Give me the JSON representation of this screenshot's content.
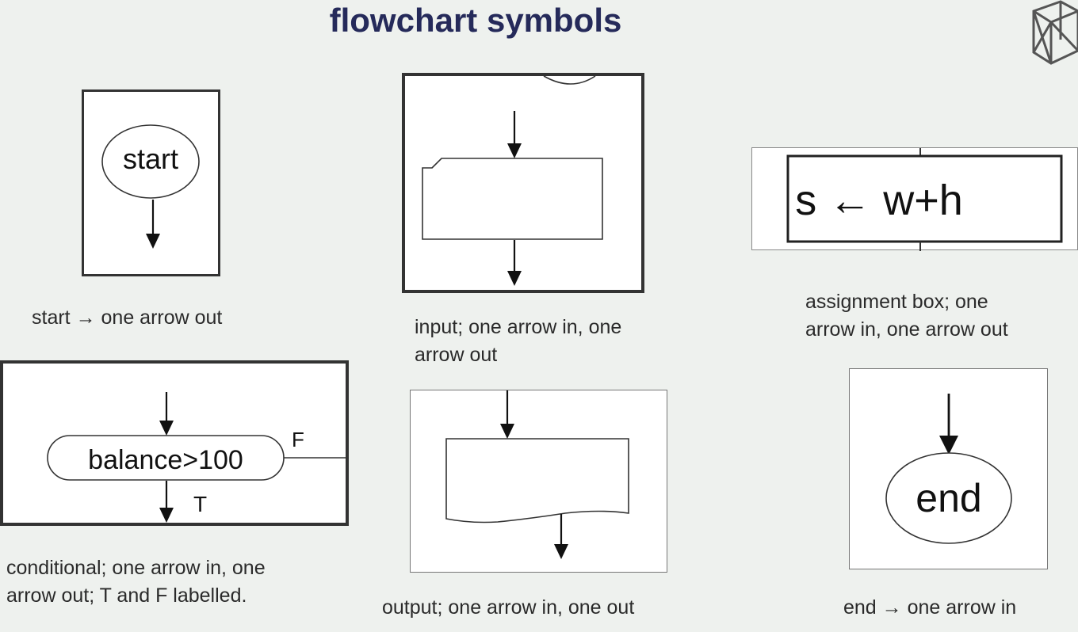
{
  "title": "flowchart symbols",
  "logo_icon": "wireframe-cube-icon",
  "symbols": {
    "start": {
      "label": "start",
      "caption": "start → one arrow out"
    },
    "input": {
      "caption_line1": "input; one arrow in, one",
      "caption_line2": "arrow out"
    },
    "assignment": {
      "label": "s ← w+h",
      "caption_line1": "assignment box; one",
      "caption_line2": "arrow in, one arrow out"
    },
    "conditional": {
      "label": "balance>100",
      "true_label": "T",
      "false_label": "F",
      "caption_line1": "conditional; one arrow in, one",
      "caption_line2": "arrow out; T and F labelled."
    },
    "output": {
      "caption": "output; one arrow in, one out"
    },
    "end": {
      "label": "end",
      "caption": "end → one arrow in"
    }
  }
}
